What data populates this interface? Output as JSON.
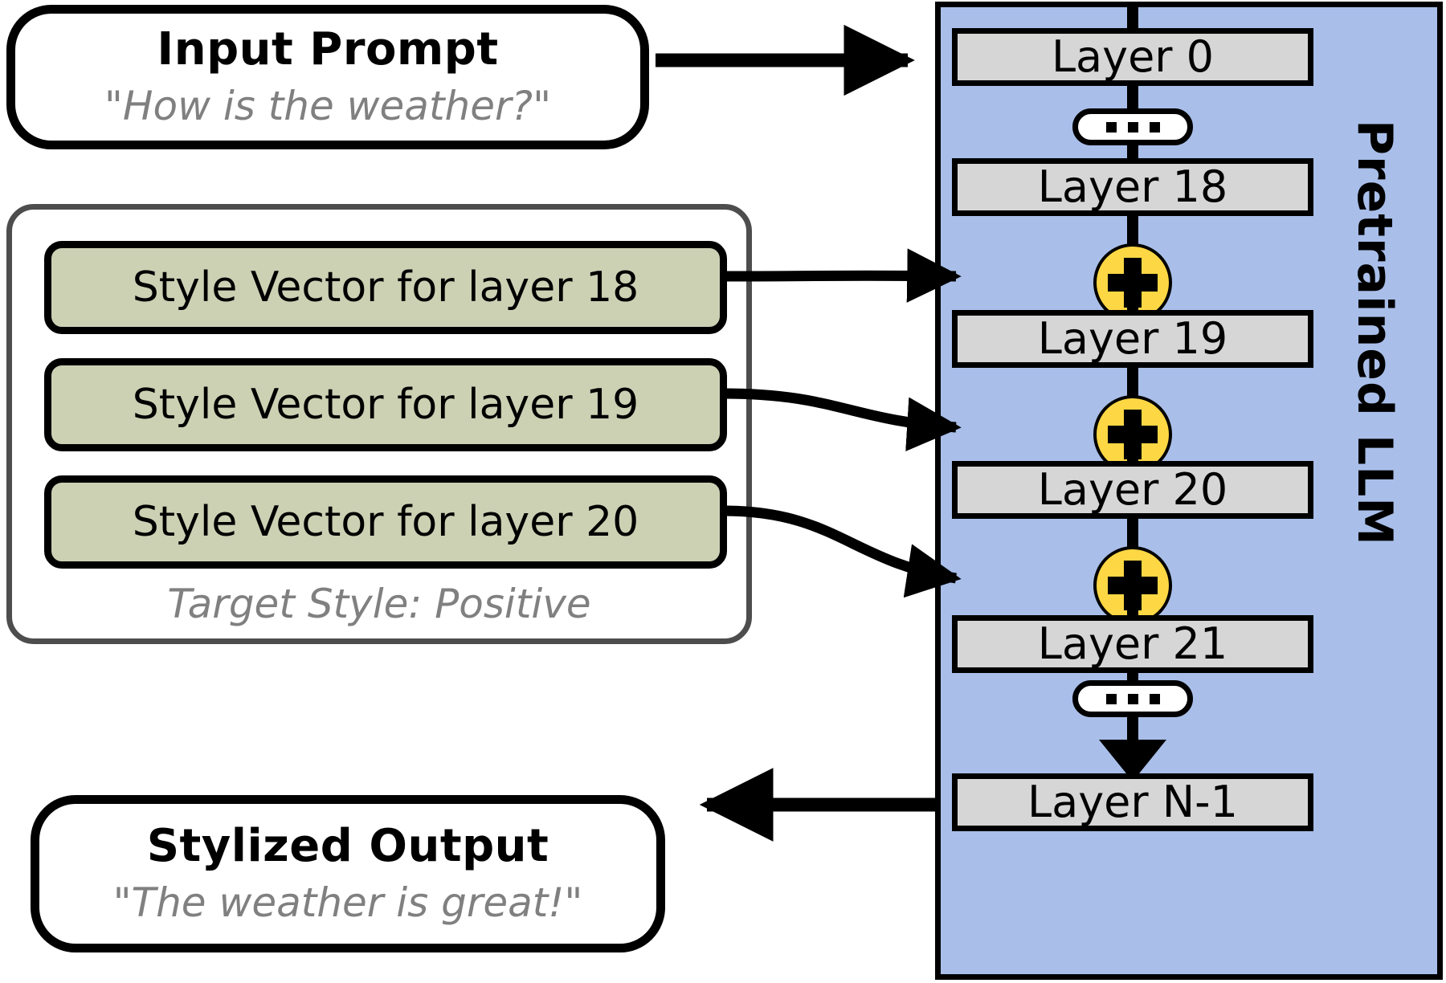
{
  "diagram": {
    "input": {
      "title": "Input Prompt",
      "quote": "\"How is the weather?\""
    },
    "output": {
      "title": "Stylized Output",
      "quote": "\"The weather is great!\""
    },
    "style_group": {
      "vectors": [
        {
          "label": "Style Vector for layer 18",
          "layer": "18"
        },
        {
          "label": "Style Vector for layer 19",
          "layer": "19"
        },
        {
          "label": "Style Vector for layer 20",
          "layer": "20"
        }
      ],
      "caption": "Target Style: Positive"
    },
    "llm": {
      "label": "Pretrained LLM",
      "layers": [
        {
          "name": "Layer 0"
        },
        {
          "name": "Layer 18"
        },
        {
          "name": "Layer 19"
        },
        {
          "name": "Layer 20"
        },
        {
          "name": "Layer 21"
        },
        {
          "name": "Layer N-1"
        }
      ],
      "ellipsis": "...",
      "injection_symbol": "+",
      "injection_count": 3
    },
    "colors": {
      "panel_blue": "#a9bfea",
      "layer_gray": "#d6d6d6",
      "style_green": "#ccd1b4",
      "plus_yellow": "#fdd744",
      "muted_text": "#808080",
      "group_border": "#4d4d4d",
      "stroke": "#000000",
      "background": "#ffffff"
    }
  }
}
